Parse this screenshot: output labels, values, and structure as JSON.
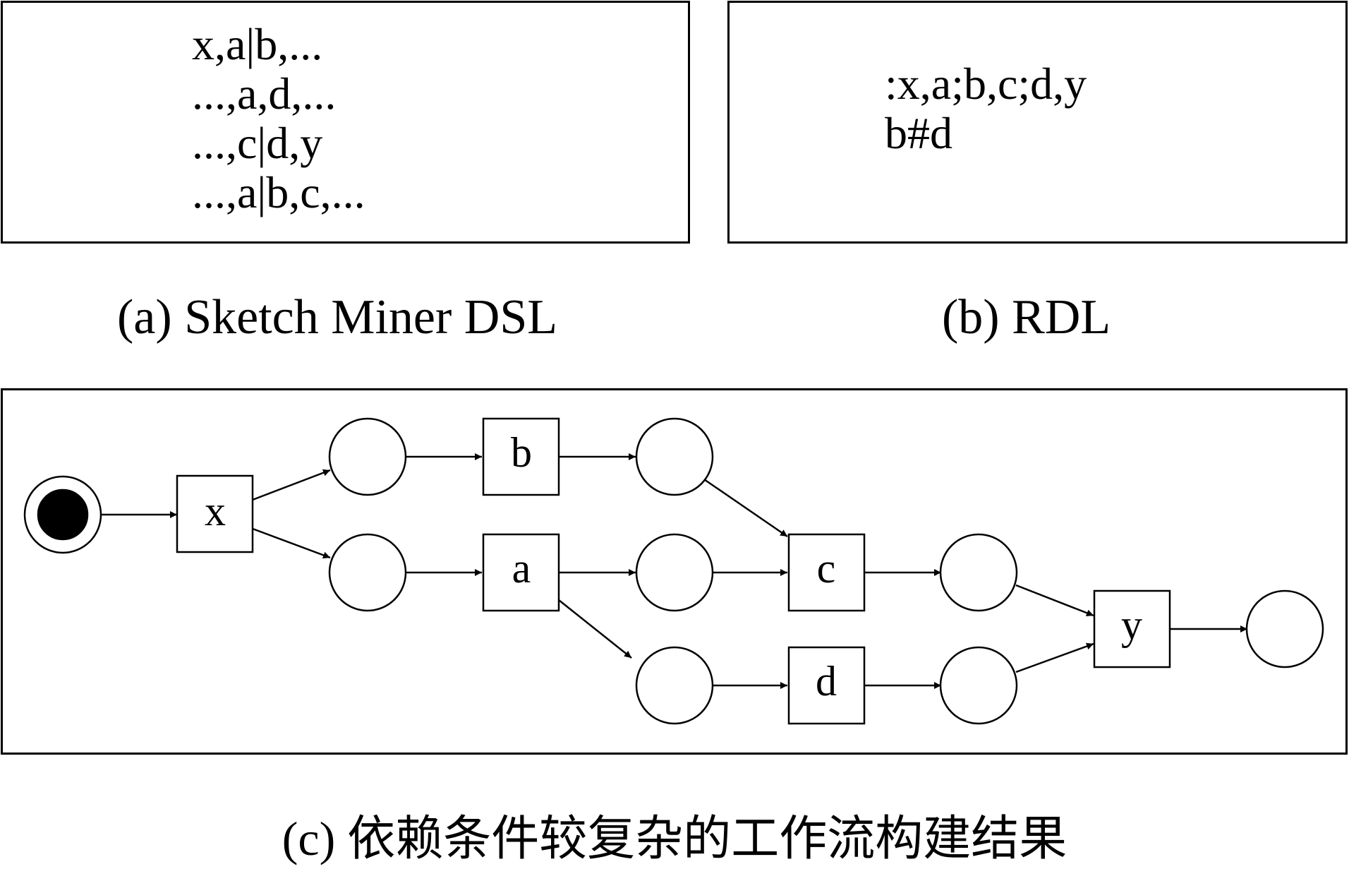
{
  "panel_a": {
    "lines": [
      "x,a|b,...",
      "...,a,d,...",
      "...,c|d,y",
      "...,a|b,c,..."
    ],
    "caption": "(a)  Sketch Miner DSL"
  },
  "panel_b": {
    "lines": [
      ":x,a;b,c;d,y",
      "b#d"
    ],
    "caption": "(b)  RDL"
  },
  "panel_c": {
    "caption": "(c) 依赖条件较复杂的工作流构建结果",
    "transitions": [
      {
        "id": "x",
        "label": "x"
      },
      {
        "id": "b",
        "label": "b"
      },
      {
        "id": "a",
        "label": "a"
      },
      {
        "id": "c",
        "label": "c"
      },
      {
        "id": "d",
        "label": "d"
      },
      {
        "id": "y",
        "label": "y"
      }
    ],
    "places": [
      "start",
      "p1",
      "p2",
      "p3",
      "p4",
      "p5",
      "p6",
      "p7",
      "p8",
      "end"
    ],
    "arcs": [
      [
        "start",
        "x"
      ],
      [
        "x",
        "p1"
      ],
      [
        "x",
        "p2"
      ],
      [
        "p1",
        "b"
      ],
      [
        "b",
        "p3"
      ],
      [
        "p3",
        "c"
      ],
      [
        "p2",
        "a"
      ],
      [
        "a",
        "p4"
      ],
      [
        "a",
        "p5"
      ],
      [
        "p4",
        "c"
      ],
      [
        "c",
        "p6"
      ],
      [
        "p5",
        "d"
      ],
      [
        "d",
        "p7"
      ],
      [
        "p6",
        "y"
      ],
      [
        "p7",
        "y"
      ],
      [
        "y",
        "end"
      ]
    ]
  }
}
